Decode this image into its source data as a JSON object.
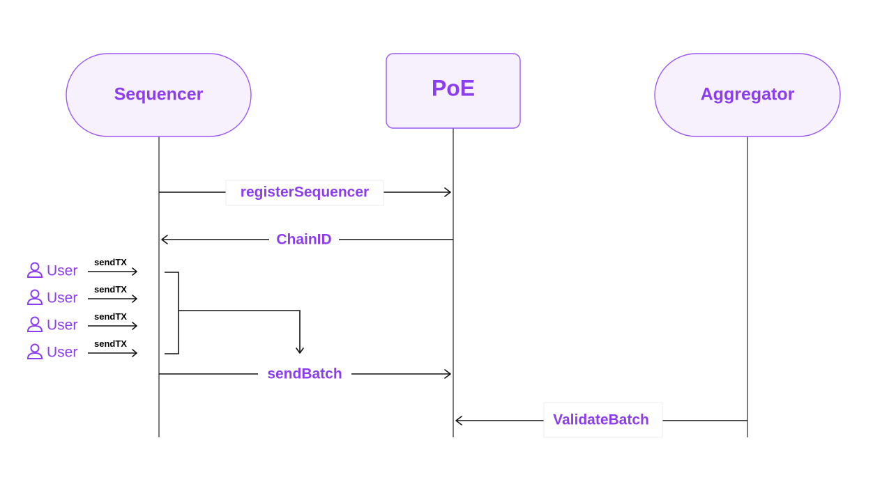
{
  "actors": {
    "sequencer": "Sequencer",
    "poe": "PoE",
    "aggregator": "Aggregator"
  },
  "messages": {
    "register_sequencer": "registerSequencer",
    "chain_id": "ChainID",
    "send_batch": "sendBatch",
    "validate_batch": "ValidateBatch"
  },
  "users": [
    {
      "label": "User",
      "action": "sendTX",
      "icon": "user-icon"
    },
    {
      "label": "User",
      "action": "sendTX",
      "icon": "user-icon"
    },
    {
      "label": "User",
      "action": "sendTX",
      "icon": "user-icon"
    },
    {
      "label": "User",
      "action": "sendTX",
      "icon": "user-icon"
    }
  ],
  "colors": {
    "accent": "#8b3df0",
    "actor_fill": "#f7f0fd",
    "actor_stroke": "#9b59f0",
    "line": "#111111"
  }
}
